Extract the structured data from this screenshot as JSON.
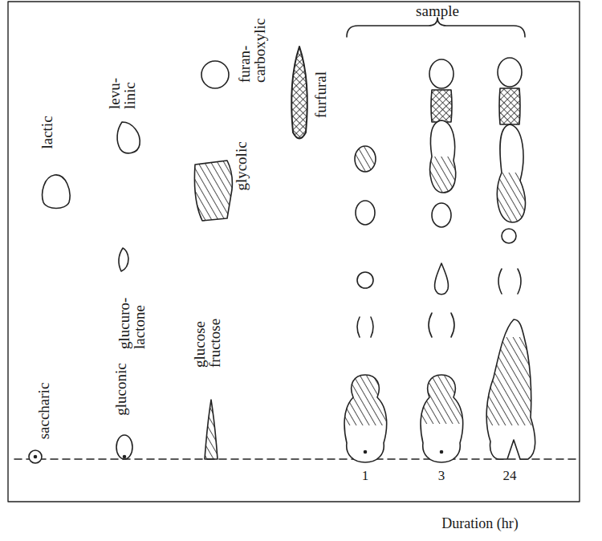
{
  "diagram": {
    "labels": [
      "saccharic",
      "gluconic",
      "lactic",
      "glucuro- lactone",
      "levu- linic",
      "glycolic",
      "glucose fructose",
      "furan- carboxylic",
      "furfural",
      "sample",
      "1",
      "3",
      "24",
      "Duration (hr)"
    ]
  }
}
